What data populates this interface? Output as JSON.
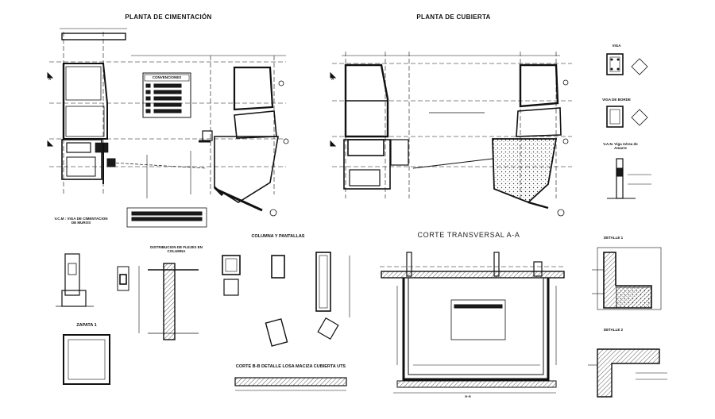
{
  "titles": {
    "foundation_plan": "PLANTA DE CIMENTACIÓN",
    "roof_plan": "PLANTA DE CUBIERTA",
    "cross_section": "CORTE TRANSVERSAL A-A",
    "conventions": "CONVENCIONES",
    "beams": "V.C.M : VIGA DE CIMENTACION DE MUROS",
    "footing": "ZAPATA 1",
    "columns_walls": "COLUMNA Y PANTALLAS",
    "stirrups": "DISTRIBUCION DE FLEJES EN COLUMNA",
    "cut_bb": "CORTE B-B DETALLE LOSA MACIZA CUBIERTA UTS",
    "detail_1": "DETALLE 1",
    "detail_2": "DETALLE 2",
    "viga": "VIGA",
    "viga_small": "VIGA DE BORDE",
    "section_note": "V.A.N. Viga Aérea de Amarre",
    "axis_a": "A",
    "section_tag": "A-A"
  },
  "colors": {
    "line": "#111111",
    "hatch": "#333333",
    "fill_dark": "#1a1a1a",
    "title_gray": "#222222"
  }
}
